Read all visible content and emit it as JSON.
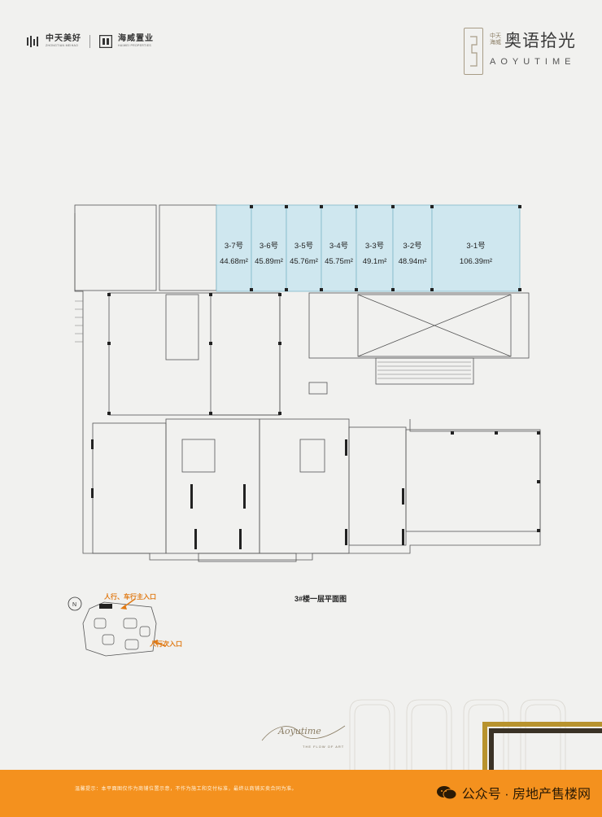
{
  "header": {
    "brand_cn": "中天美好",
    "brand_en": "ZHONGTIAN MEIHAO",
    "partner_cn": "海威置业",
    "partner_en": "HAIWEI PROPERTIES",
    "project_small_1": "中天",
    "project_small_2": "海威",
    "project_name": "奥语拾光",
    "project_en": "AOYUTIME"
  },
  "units": [
    {
      "num": "3-7号",
      "area": "44.68m²"
    },
    {
      "num": "3-6号",
      "area": "45.89m²"
    },
    {
      "num": "3-5号",
      "area": "45.76m²"
    },
    {
      "num": "3-4号",
      "area": "45.75m²"
    },
    {
      "num": "3-3号",
      "area": "49.1m²"
    },
    {
      "num": "3-2号",
      "area": "48.94m²"
    },
    {
      "num": "3-1号",
      "area": "106.39m²"
    }
  ],
  "plan_title": "3#楼一层平面图",
  "keymap": {
    "main_entrance": "人行、车行主入口",
    "secondary_entrance": "人行次入口"
  },
  "signature": "Aoyutime",
  "signature_sub": "THE FLOW OF ART",
  "footer": {
    "disclaimer": "温馨提示：本平面图仅作为商铺位置示意，不作为施工和交付标准，最终以商铺买卖合同为准。",
    "watermark": "公众号 · 房地产售楼网"
  },
  "colors": {
    "highlight": "#cfe7ef",
    "highlight_stroke": "#7fb7c9",
    "accent": "#f4911e"
  }
}
